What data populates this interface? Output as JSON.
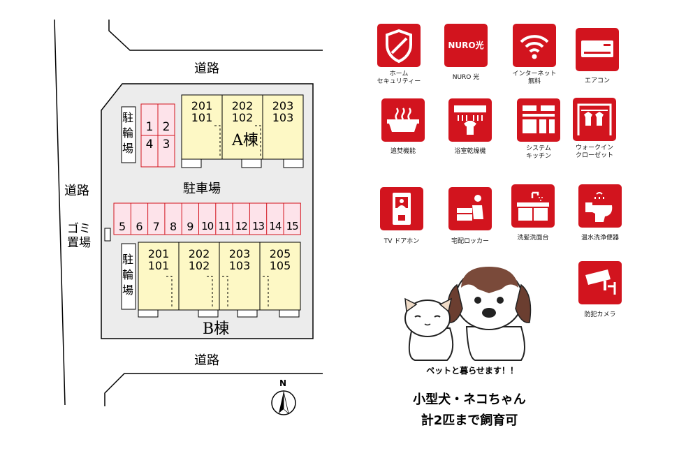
{
  "map": {
    "road_top": "道路",
    "road_left": "道路",
    "road_bottom": "道路",
    "garbage": "ゴミ置場",
    "bicycle_top": "駐輪場",
    "bicycle_bottom": "駐輪場",
    "parking_label": "駐車場",
    "building_a": "A棟",
    "building_b": "B棟",
    "north": "N",
    "parking_top_spots": [
      "1",
      "2",
      "4",
      "3"
    ],
    "parking_row_spots": [
      "5",
      "6",
      "7",
      "8",
      "9",
      "10",
      "11",
      "12",
      "13",
      "14",
      "15"
    ],
    "a_units": [
      {
        "upper": "201",
        "lower": "101"
      },
      {
        "upper": "202",
        "lower": "102"
      },
      {
        "upper": "203",
        "lower": "103"
      }
    ],
    "b_units": [
      {
        "upper": "201",
        "lower": "101"
      },
      {
        "upper": "202",
        "lower": "102"
      },
      {
        "upper": "203",
        "lower": "103"
      },
      {
        "upper": "205",
        "lower": "105"
      }
    ]
  },
  "amenities": [
    {
      "icon": "shield-icon",
      "label": "ホーム\nセキュリティー",
      "badge": ""
    },
    {
      "icon": "nuro-icon",
      "label": "NURO 光",
      "badge": "NURO光"
    },
    {
      "icon": "wifi-icon",
      "label": "インターネット\n無料",
      "badge": ""
    },
    {
      "icon": "air-conditioner-icon",
      "label": "エアコン",
      "badge": ""
    },
    {
      "icon": "bathtub-icon",
      "label": "追焚機能",
      "badge": ""
    },
    {
      "icon": "bathroom-dryer-icon",
      "label": "浴室乾燥機",
      "badge": ""
    },
    {
      "icon": "kitchen-icon",
      "label": "システム\nキッチン",
      "badge": ""
    },
    {
      "icon": "closet-icon",
      "label": "ウォークイン\nクローゼット",
      "badge": ""
    },
    {
      "icon": "intercom-icon",
      "label": "TV ドアホン",
      "badge": ""
    },
    {
      "icon": "delivery-locker-icon",
      "label": "宅配ロッカー",
      "badge": ""
    },
    {
      "icon": "washbasin-icon",
      "label": "洗髪洗面台",
      "badge": ""
    },
    {
      "icon": "toilet-icon",
      "label": "温水洗浄便器",
      "badge": ""
    },
    {
      "icon": "camera-icon",
      "label": "防犯カメラ",
      "badge": ""
    }
  ],
  "pets": {
    "caption": "ペットと暮らせます！！",
    "line1": "小型犬・ネコちゃん",
    "line2": "計2匹まで飼育可"
  }
}
